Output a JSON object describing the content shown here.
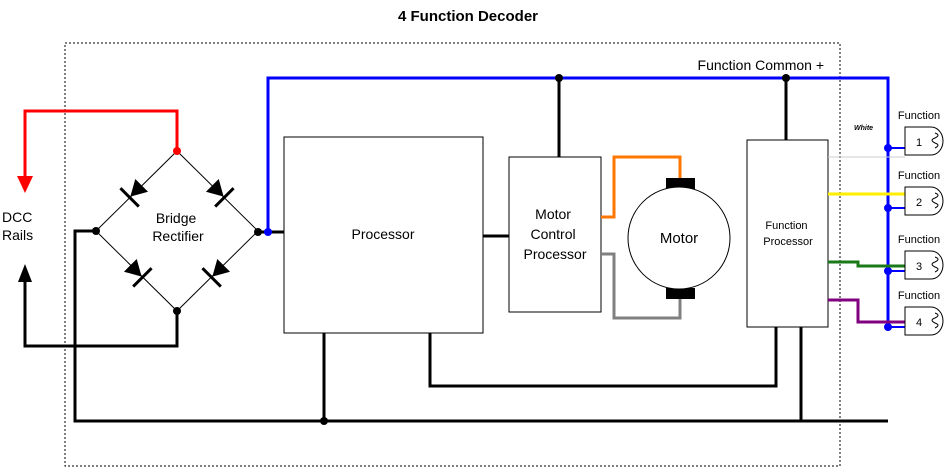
{
  "title": "4 Function Decoder",
  "labels": {
    "function_common": "Function Common +",
    "dcc_line1": "DCC",
    "dcc_line2": "Rails",
    "bridge_line1": "Bridge",
    "bridge_line2": "Rectifier",
    "processor": "Processor",
    "motor_control_line1": "Motor",
    "motor_control_line2": "Control",
    "motor_control_line3": "Processor",
    "motor": "Motor",
    "function_processor_line1": "Function",
    "function_processor_line2": "Processor",
    "white": "White"
  },
  "outputs": [
    {
      "caption": "Function",
      "number": "1",
      "wire_color": "#ffffff"
    },
    {
      "caption": "Function",
      "number": "2",
      "wire_color": "#ffee00"
    },
    {
      "caption": "Function",
      "number": "3",
      "wire_color": "#1a7a1a"
    },
    {
      "caption": "Function",
      "number": "4",
      "wire_color": "#800080"
    }
  ],
  "colors": {
    "common_wire": "#0000ff",
    "dcc_positive": "#ff0000",
    "motor_wire_a": "#ff7700",
    "motor_wire_b": "#808080",
    "ground": "#000000"
  }
}
